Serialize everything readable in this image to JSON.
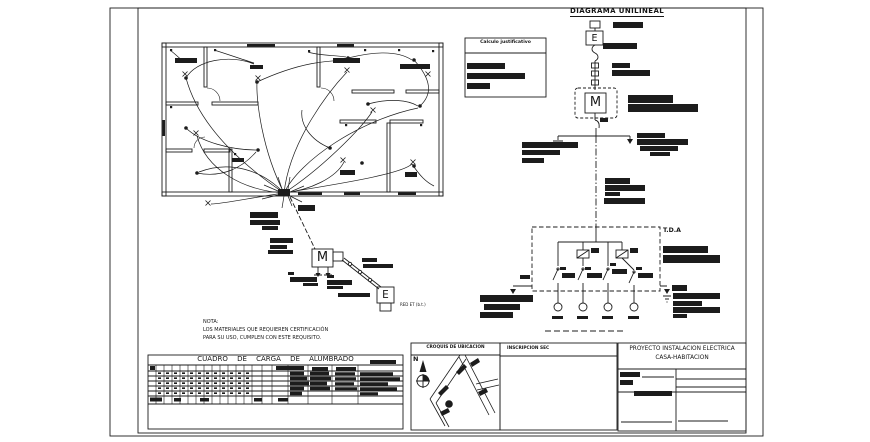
{
  "page": {
    "background": "#ffffff",
    "line_color": "#1c1c1c"
  },
  "unilineal": {
    "title": "DIAGRAMA UNILINEAL",
    "empalme_letter": "E",
    "medidor_letter": "M",
    "tda_label": "T.D.A"
  },
  "calc_box": {
    "title": "Calculo justificativo"
  },
  "service": {
    "medidor_letter": "M",
    "empalme_letter": "E",
    "red_label": "RED ET (b.t.)"
  },
  "nota": {
    "title": "NOTA:",
    "line1": "LOS MATERIALES QUE REQUIEREN CERTIFICACIÓN",
    "line2": "PARA SU USO, CUMPLEN CON ESTE REQUISITO."
  },
  "load_table": {
    "title": "CUADRO DE CARGA DE ALUMBRADO"
  },
  "croquis": {
    "title": "CROQUIS DE UBICACION",
    "north_label": "N"
  },
  "inscripcion": {
    "title": "INSCRIPCION SEC"
  },
  "title_block": {
    "project_line1": "PROYECTO INSTALACION ELECTRICA",
    "project_line2": "CASA-HABITACION"
  }
}
